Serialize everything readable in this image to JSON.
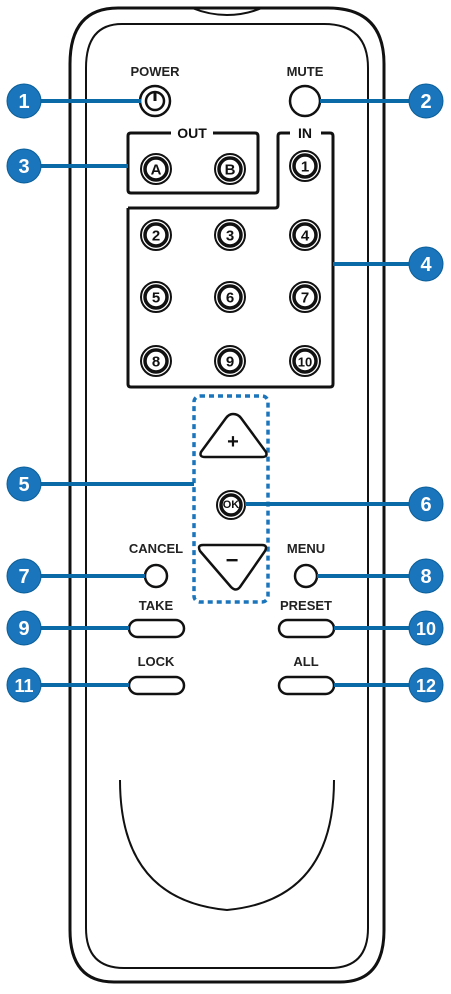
{
  "labels": {
    "power": "POWER",
    "mute": "MUTE",
    "out": "OUT",
    "in": "IN",
    "cancel": "CANCEL",
    "menu": "MENU",
    "take": "TAKE",
    "preset": "PRESET",
    "lock": "LOCK",
    "all": "ALL"
  },
  "out_keys": [
    "A",
    "B"
  ],
  "in_keys": [
    "1",
    "2",
    "3",
    "4",
    "5",
    "6",
    "7",
    "8",
    "9",
    "10"
  ],
  "nav": {
    "plus": "+",
    "ok": "OK",
    "minus": "−"
  },
  "callouts": [
    "1",
    "2",
    "3",
    "4",
    "5",
    "6",
    "7",
    "8",
    "9",
    "10",
    "11",
    "12"
  ],
  "colors": {
    "callout": "#1b75bc",
    "leader": "#0a6aa8",
    "remote_outline": "#111111"
  }
}
